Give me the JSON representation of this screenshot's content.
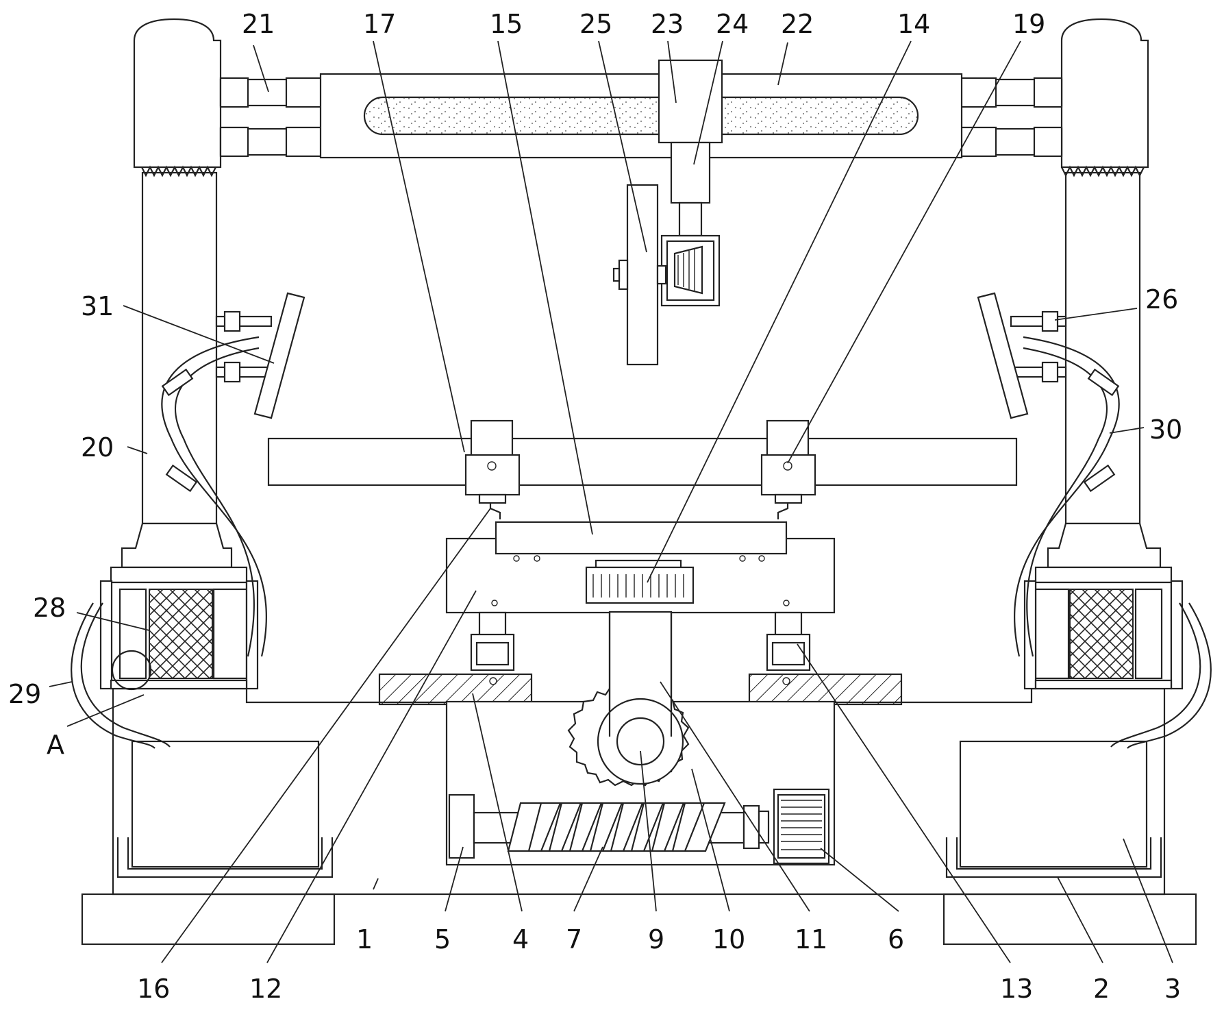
{
  "figure": {
    "labels": {
      "l1": "1",
      "l2": "2",
      "l3": "3",
      "l4": "4",
      "l5": "5",
      "l6": "6",
      "l7": "7",
      "l9": "9",
      "l10": "10",
      "l11": "11",
      "l12": "12",
      "l13": "13",
      "l14": "14",
      "l15": "15",
      "l16": "16",
      "l17": "17",
      "l19": "19",
      "l20": "20",
      "l21": "21",
      "l22": "22",
      "l23": "23",
      "l24": "24",
      "l25": "25",
      "l26": "26",
      "l28": "28",
      "l29": "29",
      "l30": "30",
      "l31": "31",
      "lA": "A"
    }
  }
}
